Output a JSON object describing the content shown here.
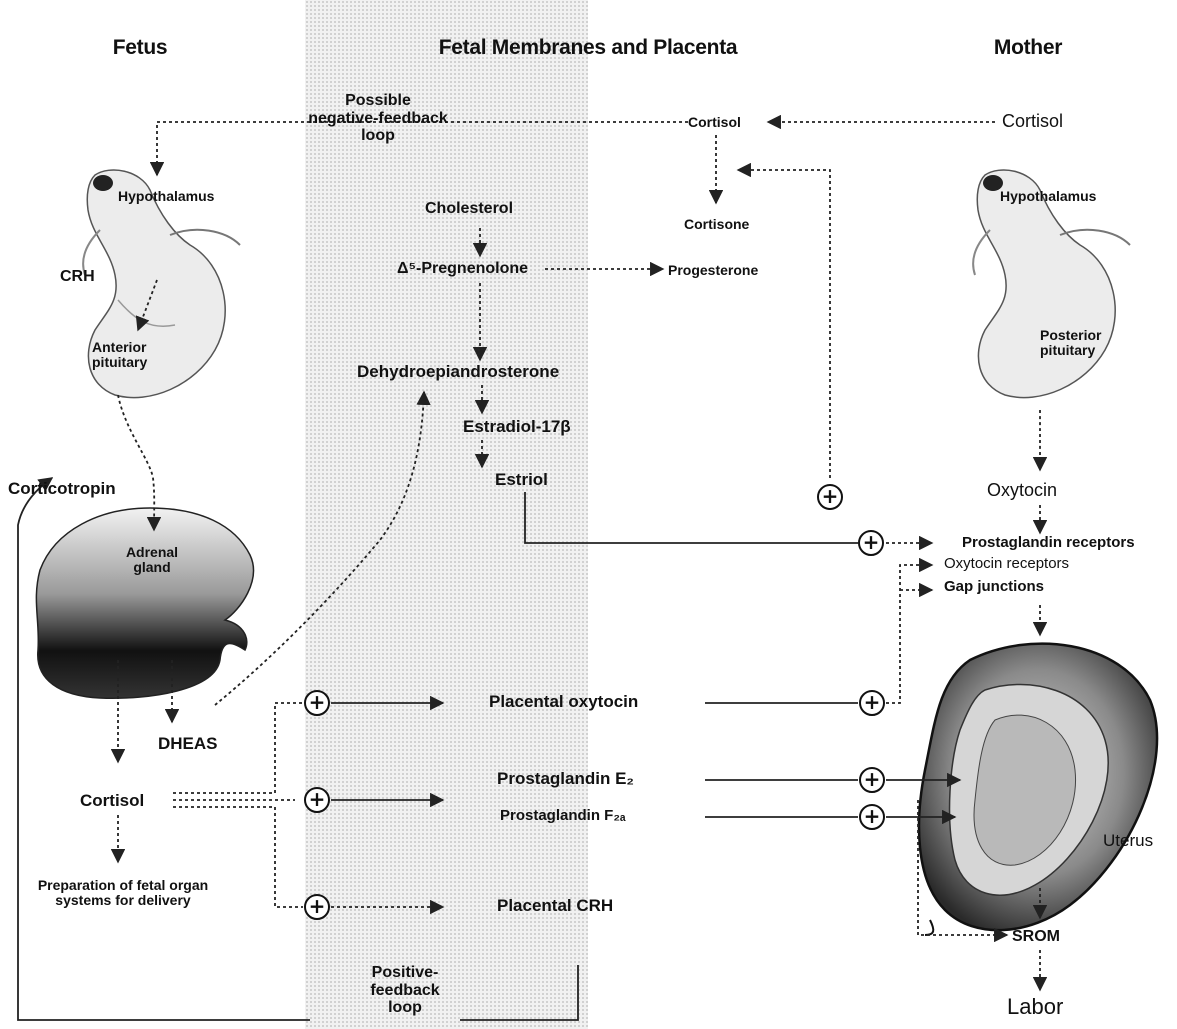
{
  "headers": {
    "fetus": "Fetus",
    "placenta": "Fetal Membranes and Placenta",
    "mother": "Mother"
  },
  "fetus": {
    "hypothalamus": "Hypothalamus",
    "crh": "CRH",
    "anterior_pituitary": "Anterior pituitary",
    "corticotropin": "Corticotropin",
    "adrenal_gland": "Adrenal gland",
    "dheas": "DHEAS",
    "cortisol": "Cortisol",
    "preparation": "Preparation of fetal organ systems for delivery"
  },
  "placenta": {
    "negative_feedback": "Possible negative-feedback loop",
    "cortisol": "Cortisol",
    "cortisone": "Cortisone",
    "cholesterol": "Cholesterol",
    "pregnenolone": "Δ⁵-Pregnenolone",
    "progesterone": "Progesterone",
    "dhea": "Dehydroepiandrosterone",
    "estradiol": "Estradiol-17β",
    "estriol": "Estriol",
    "placental_oxytocin": "Placental oxytocin",
    "pge2": "Prostaglandin E₂",
    "pgf2a": "Prostaglandin F₂ₐ",
    "placental_crh": "Placental CRH",
    "positive_feedback": "Positive-feedback loop"
  },
  "mother": {
    "cortisol": "Cortisol",
    "hypothalamus": "Hypothalamus",
    "posterior_pituitary": "Posterior pituitary",
    "oxytocin": "Oxytocin",
    "prostaglandin_receptors": "Prostaglandin receptors",
    "oxytocin_receptors": "Oxytocin receptors",
    "gap_junctions": "Gap junctions",
    "uterus": "Uterus",
    "srom": "SROM",
    "labor": "Labor"
  },
  "stimulate_symbol": "+"
}
